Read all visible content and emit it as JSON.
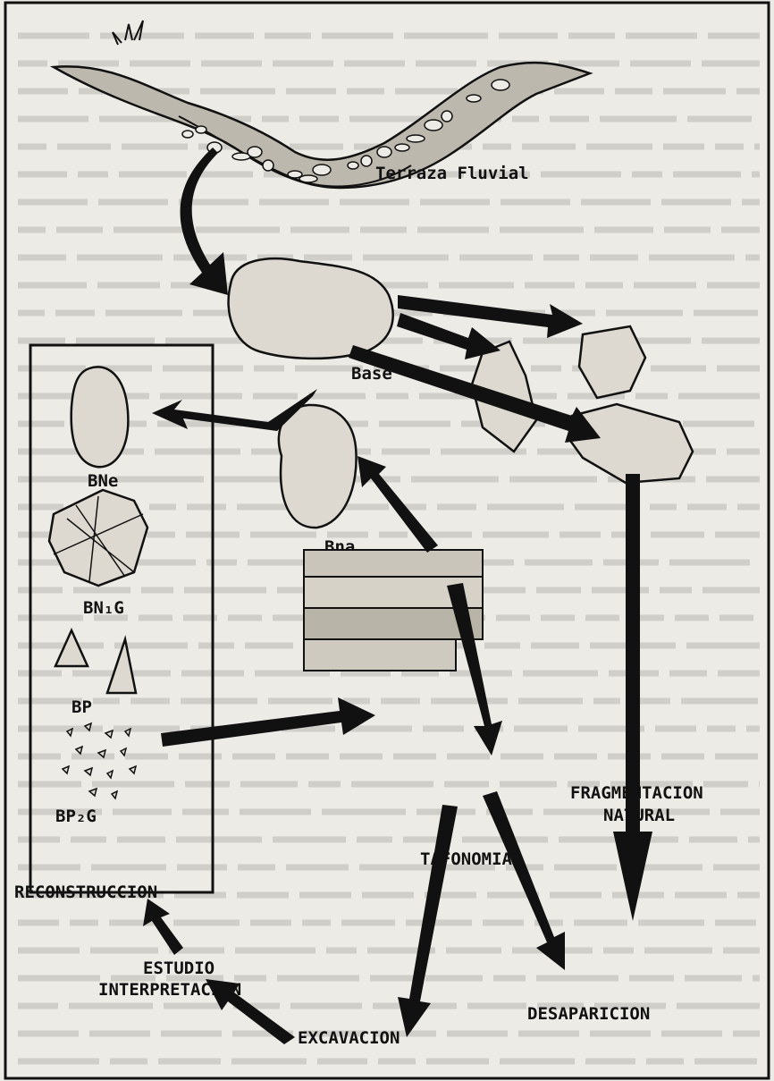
{
  "title": "",
  "nodes": {
    "terraza": "Terraza Fluvial",
    "base": "Base",
    "bne": "BNe",
    "bna": "Bna",
    "bn1g": "BN₁G",
    "bp": "BP",
    "bp2g": "BP₂G",
    "fragmentacion_line1": "FRAGMENTACION",
    "fragmentacion_line2": "NATURAL",
    "tafonomia": "TAFONOMIA",
    "reconstruccion": "RECONSTRUCCION",
    "estudio_line1": "ESTUDIO",
    "estudio_line2": "INTERPRETACION",
    "excavacion": "EXCAVACION",
    "desaparicion": "DESAPARICION"
  },
  "colors": {
    "ink": "#111111",
    "paper": "#ecebe6",
    "rock": "#ddd9d0",
    "background_text": "#9c9a94"
  }
}
